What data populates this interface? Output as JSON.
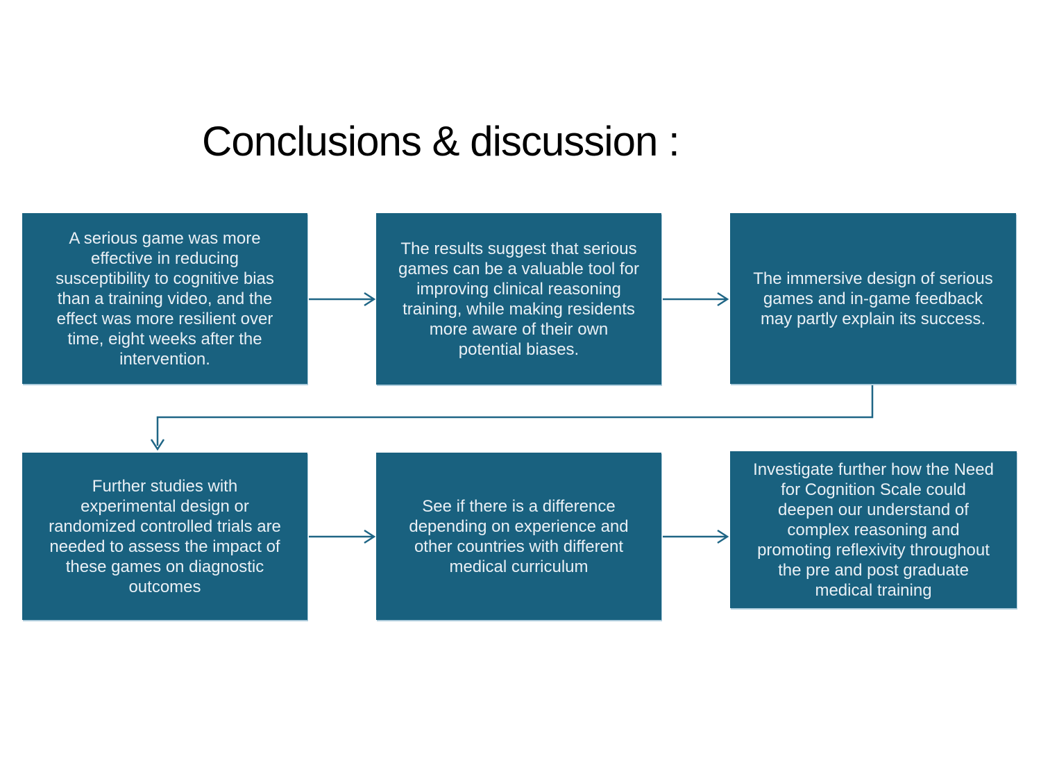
{
  "slide": {
    "title": "Conclusions & discussion :",
    "background_color": "#FFFFFF",
    "title_color": "#000000"
  },
  "flowchart": {
    "box_fill_color": "#19617F",
    "box_text_color": "#EAF0F5",
    "connector_color": "#1E6585",
    "edge_highlight_color": "#A4C6D8",
    "boxes": [
      {
        "name": "serious-game-effectiveness",
        "text": "A serious game was more\neffective in reducing\nsusceptibility to cognitive bias\nthan a training video, and the\neffect was more resilient over\ntime, eight weeks after the\nintervention."
      },
      {
        "name": "valuable-tool-for-training",
        "text": "The results suggest that serious\ngames can be a valuable tool for\nimproving clinical reasoning\ntraining, while making residents\nmore aware of their own\npotential biases."
      },
      {
        "name": "immersive-design-success",
        "text": "The immersive design of serious\ngames and in-game feedback\nmay partly explain its success."
      },
      {
        "name": "further-studies-needed",
        "text": "Further studies with\nexperimental design or\nrandomized controlled trials are\nneeded to assess the impact of\nthese games on diagnostic\noutcomes"
      },
      {
        "name": "experience-country-difference",
        "text": "See if there is a difference\ndepending on experience and\nother countries with different\nmedical curriculum"
      },
      {
        "name": "need-for-cognition-scale",
        "text": "Investigate further how the Need\nfor Cognition Scale could\ndeepen our understand of\ncomplex reasoning and\npromoting reflexivity throughout\nthe pre and post graduate\nmedical training"
      }
    ]
  }
}
